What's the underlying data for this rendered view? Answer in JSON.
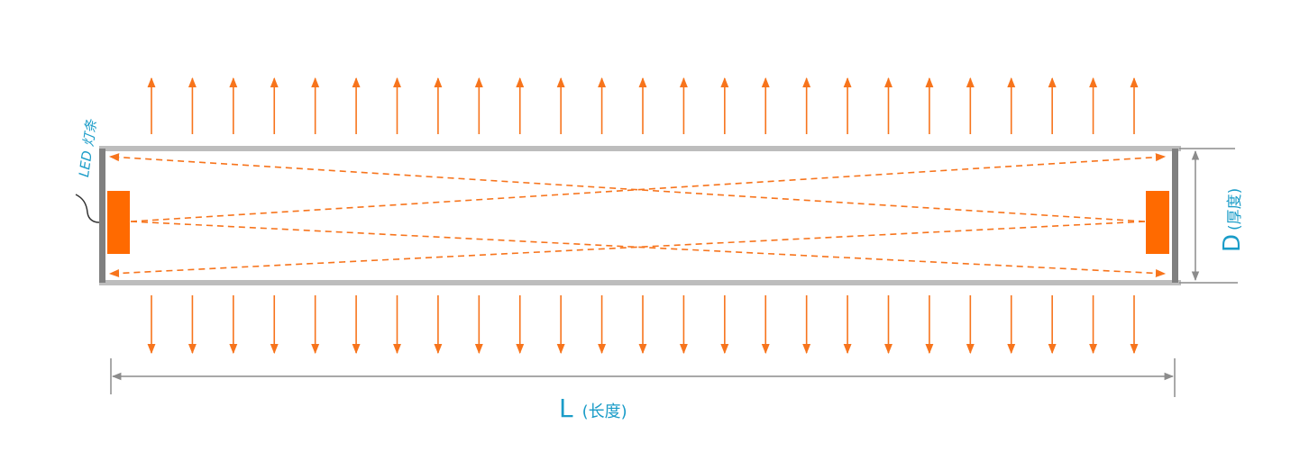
{
  "labels": {
    "led_strip": "LED 灯条",
    "length_main": "L",
    "length_sub": "(长度)",
    "thickness_main": "D",
    "thickness_sub": "(厚度)"
  },
  "colors": {
    "light_orange": "#F7741C",
    "led_block": "#FF6A00",
    "text_teal": "#1A9CC8",
    "frame_gray": "#BDBDBD",
    "end_cap_gray": "#808080",
    "dimension_gray": "#8C8C8C"
  },
  "emission": {
    "up_arrow_count": 25,
    "down_arrow_count": 25
  }
}
